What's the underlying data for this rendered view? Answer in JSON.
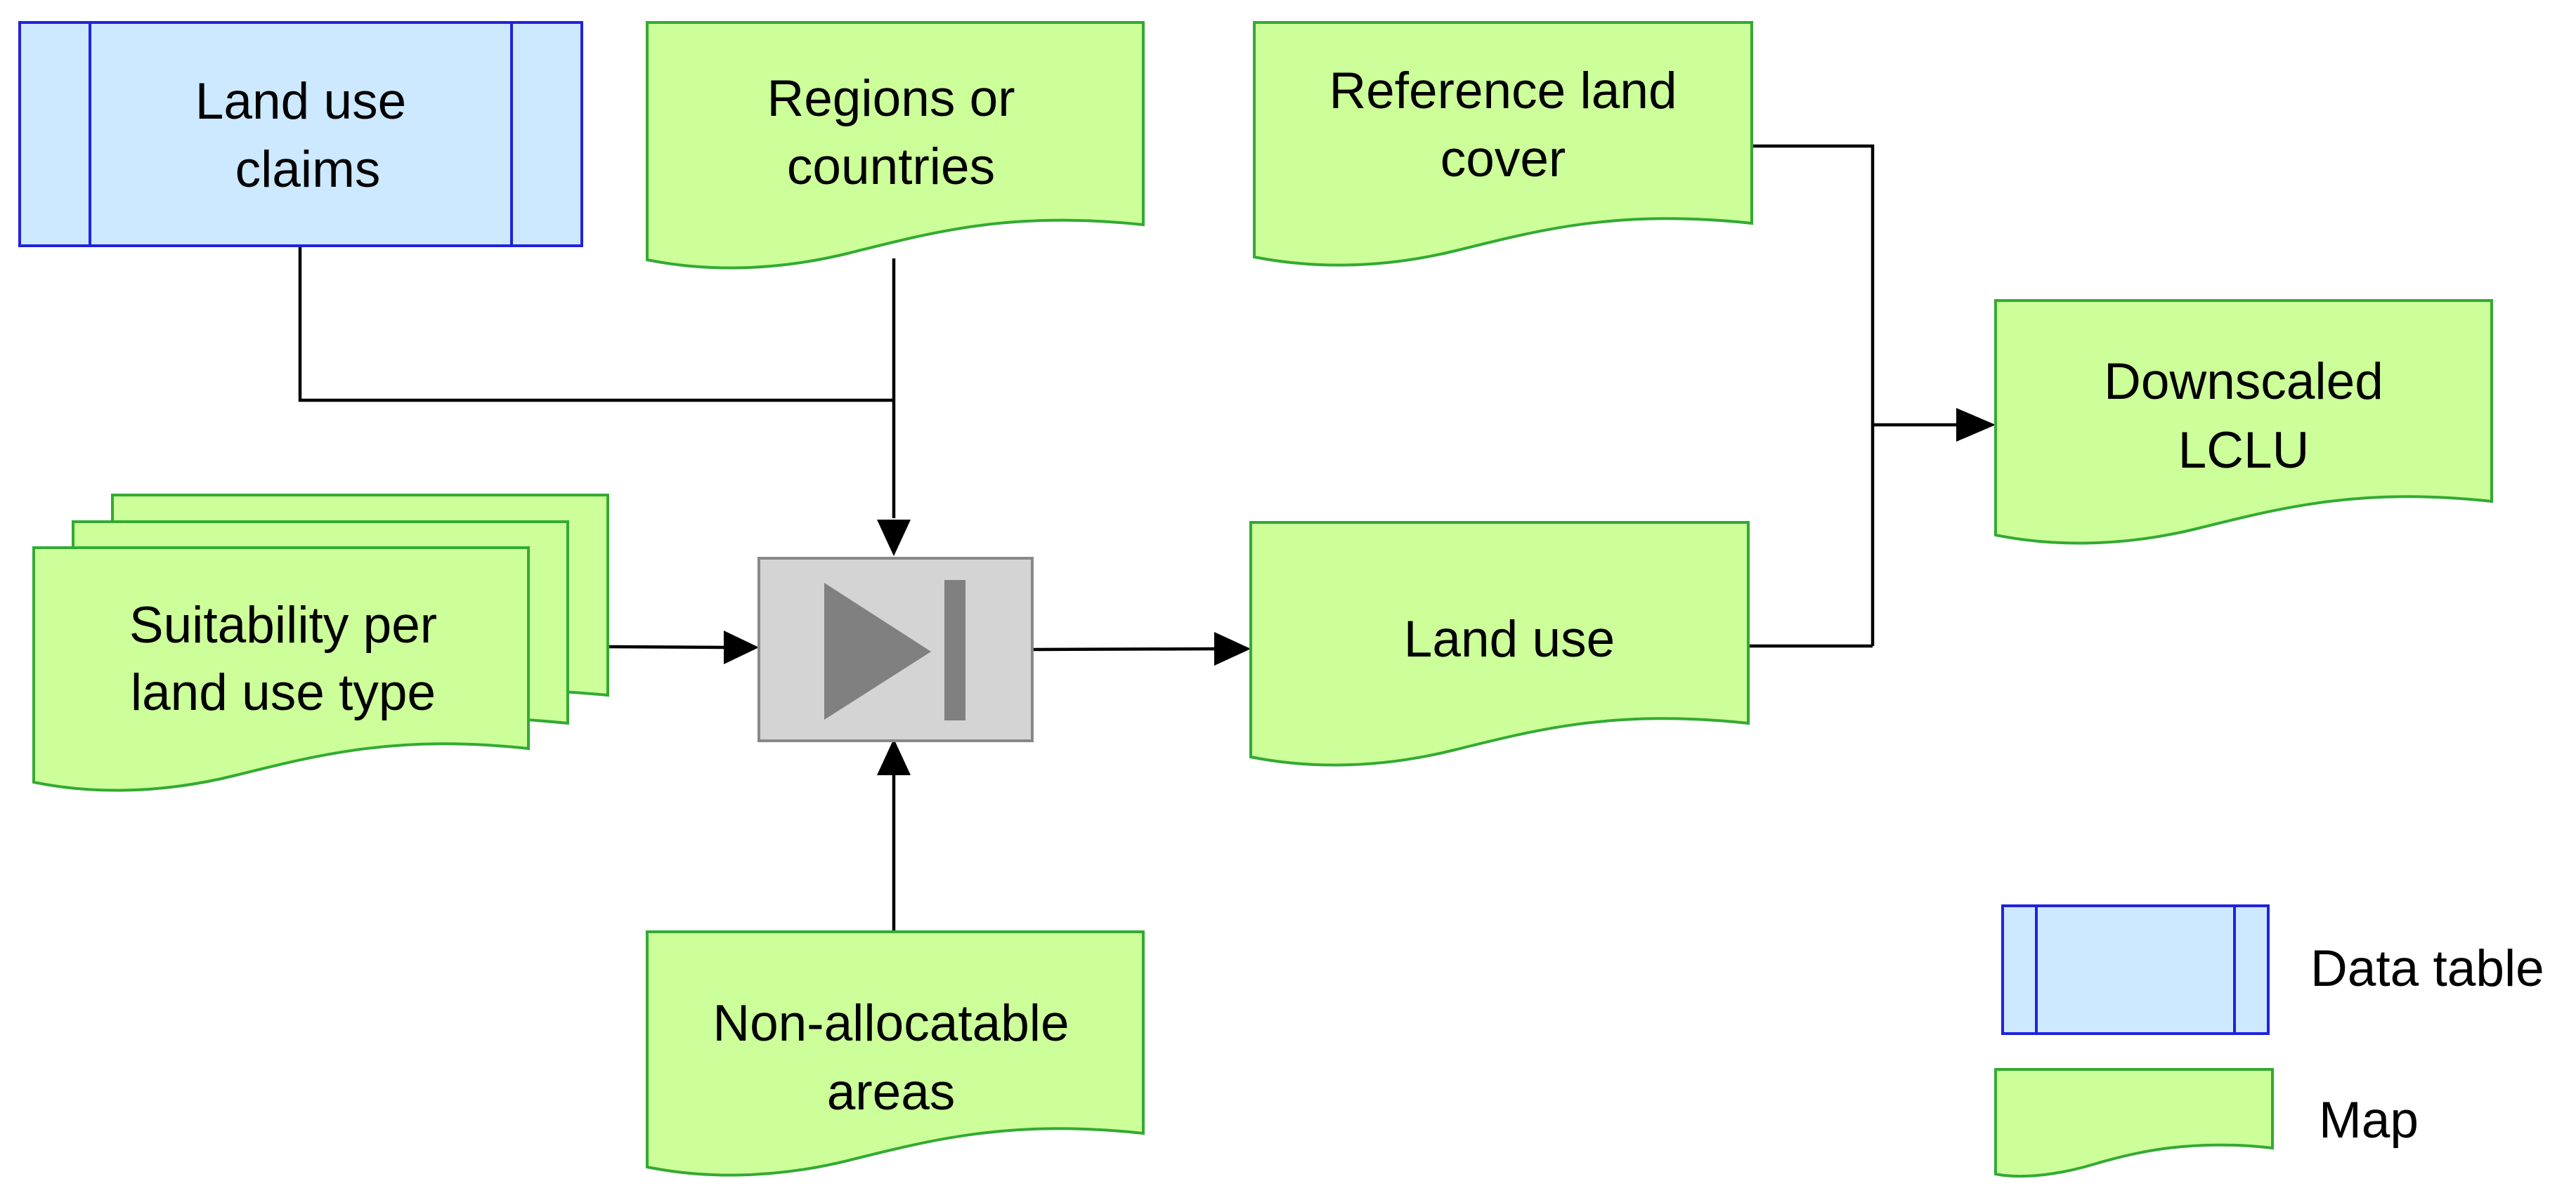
{
  "nodes": {
    "land_use_claims": {
      "lines": [
        "Land use",
        "claims"
      ]
    },
    "regions": {
      "lines": [
        "Regions or",
        "countries"
      ]
    },
    "reference_land_cover": {
      "lines": [
        "Reference land",
        "cover"
      ]
    },
    "downscaled": {
      "lines": [
        "Downscaled",
        "LCLU"
      ]
    },
    "suitability": {
      "lines": [
        "Suitability per",
        "land use type"
      ]
    },
    "land_use": {
      "lines": [
        "Land use"
      ]
    },
    "non_allocatable": {
      "lines": [
        "Non-allocatable",
        "areas"
      ]
    }
  },
  "legend": {
    "data_table_label": "Data table",
    "map_label": "Map"
  },
  "colors": {
    "map_fill": "#ccff99",
    "map_stroke": "#33aa33",
    "table_fill": "#cce9ff",
    "table_stroke": "#2222dd",
    "model_fill": "#d4d4d4",
    "model_stroke": "#888888",
    "model_icon": "#808080",
    "connector": "#000000"
  }
}
